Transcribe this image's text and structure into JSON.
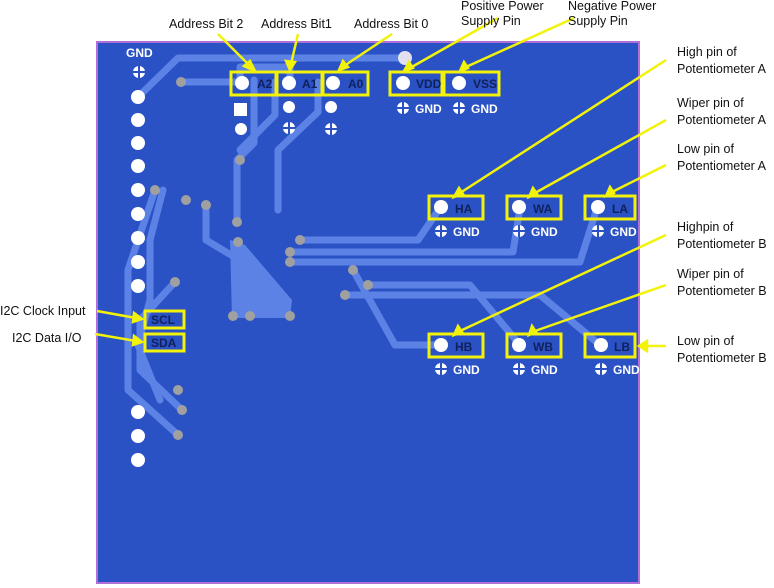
{
  "board": {
    "top_gnd_label": "GND",
    "colors": {
      "board": "#2a52c4",
      "trace": "#3d66d8",
      "pad": "#ffffff",
      "via": "#a0a0a0",
      "highlight": "#f2f20a",
      "pin_label": "#10205a"
    }
  },
  "header_pins": [
    {
      "id": "a2",
      "label": "A2"
    },
    {
      "id": "a1",
      "label": "A1"
    },
    {
      "id": "a0",
      "label": "A0"
    },
    {
      "id": "vdd",
      "label": "VDD"
    },
    {
      "id": "vss",
      "label": "VSS"
    }
  ],
  "pot_pins": [
    {
      "id": "ha",
      "label": "HA",
      "gnd": "GND"
    },
    {
      "id": "wa",
      "label": "WA",
      "gnd": "GND"
    },
    {
      "id": "la",
      "label": "LA",
      "gnd": "GND"
    },
    {
      "id": "hb",
      "label": "HB",
      "gnd": "GND"
    },
    {
      "id": "wb",
      "label": "WB",
      "gnd": "GND"
    },
    {
      "id": "lb",
      "label": "LB",
      "gnd": "GND"
    }
  ],
  "supply_gnd": {
    "vdd": "GND",
    "vss": "GND"
  },
  "i2c_pins": [
    {
      "id": "scl",
      "label": "SCL"
    },
    {
      "id": "sda",
      "label": "SDA"
    }
  ],
  "callouts": {
    "a2": [
      "Address Bit 2"
    ],
    "a1": [
      "Address Bit1"
    ],
    "a0": [
      "Address Bit 0"
    ],
    "vdd": [
      "Positive Power",
      "Supply Pin"
    ],
    "vss": [
      "Negative Power",
      "Supply Pin"
    ],
    "ha": [
      "High pin of",
      "Potentiometer A"
    ],
    "wa": [
      "Wiper pin of",
      "Potentiometer A"
    ],
    "la": [
      "Low pin of",
      "Potentiometer A"
    ],
    "hb": [
      "Highpin of",
      "Potentiometer B"
    ],
    "wb": [
      "Wiper pin of",
      "Potentiometer B"
    ],
    "lb": [
      "Low pin of",
      "Potentiometer B"
    ],
    "scl": [
      "I2C Clock Input"
    ],
    "sda": [
      "I2C Data I/O"
    ]
  }
}
